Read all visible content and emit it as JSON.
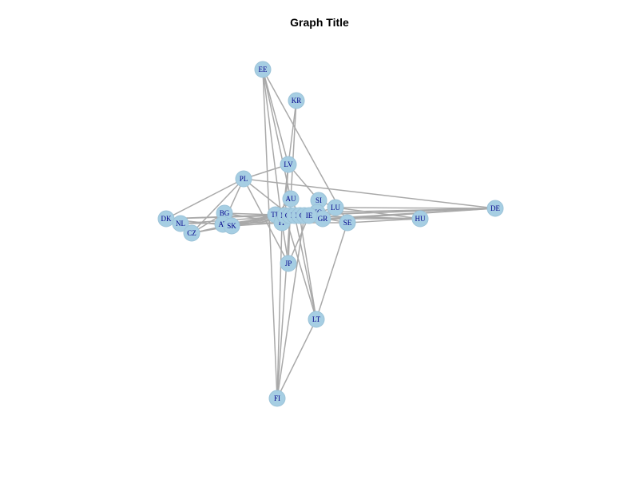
{
  "title": "Graph Title",
  "colors": {
    "node_fill": "#a6cee3",
    "edge": "#a9a9a9",
    "label": "#00008b"
  },
  "nodes": [
    {
      "id": "EE",
      "label": "EE"
    },
    {
      "id": "KR",
      "label": "KR"
    },
    {
      "id": "LV",
      "label": "LV"
    },
    {
      "id": "PL",
      "label": "PL"
    },
    {
      "id": "AU",
      "label": "AU"
    },
    {
      "id": "SI",
      "label": "SI"
    },
    {
      "id": "LU",
      "label": "LU"
    },
    {
      "id": "DE",
      "label": "DE"
    },
    {
      "id": "NO",
      "label": "NO"
    },
    {
      "id": "GR",
      "label": "GR"
    },
    {
      "id": "HU",
      "label": "HU"
    },
    {
      "id": "SE",
      "label": "SE"
    },
    {
      "id": "DK",
      "label": "DK"
    },
    {
      "id": "NL",
      "label": "NL"
    },
    {
      "id": "CZ",
      "label": "CZ"
    },
    {
      "id": "BG",
      "label": "BG"
    },
    {
      "id": "AT",
      "label": "AT"
    },
    {
      "id": "SK",
      "label": "SK"
    },
    {
      "id": "TR",
      "label": "TR"
    },
    {
      "id": "IT",
      "label": "IT"
    },
    {
      "id": "C1",
      "label": "BE"
    },
    {
      "id": "C2",
      "label": "CH"
    },
    {
      "id": "C3",
      "label": "ES"
    },
    {
      "id": "C4",
      "label": "FR"
    },
    {
      "id": "C5",
      "label": "GB"
    },
    {
      "id": "C6",
      "label": "IE"
    },
    {
      "id": "JP",
      "label": "JP"
    },
    {
      "id": "LT",
      "label": "LT"
    },
    {
      "id": "FI",
      "label": "FI"
    }
  ],
  "edges": [
    [
      "EE",
      "LV"
    ],
    [
      "EE",
      "AU"
    ],
    [
      "EE",
      "IT"
    ],
    [
      "EE",
      "FI"
    ],
    [
      "EE",
      "SE"
    ],
    [
      "KR",
      "LV"
    ],
    [
      "KR",
      "AU"
    ],
    [
      "LV",
      "PL"
    ],
    [
      "LV",
      "SI"
    ],
    [
      "LV",
      "C1"
    ],
    [
      "LV",
      "IT"
    ],
    [
      "PL",
      "DE"
    ],
    [
      "PL",
      "CZ"
    ],
    [
      "PL",
      "AT"
    ],
    [
      "PL",
      "C2"
    ],
    [
      "PL",
      "JP"
    ],
    [
      "PL",
      "DK"
    ],
    [
      "AU",
      "TR"
    ],
    [
      "AU",
      "C4"
    ],
    [
      "AU",
      "JP"
    ],
    [
      "SI",
      "C5"
    ],
    [
      "SI",
      "GR"
    ],
    [
      "SI",
      "LU"
    ],
    [
      "LU",
      "NO"
    ],
    [
      "LU",
      "DE"
    ],
    [
      "LU",
      "HU"
    ],
    [
      "DE",
      "C1"
    ],
    [
      "DE",
      "C3"
    ],
    [
      "DE",
      "GR"
    ],
    [
      "DE",
      "IT"
    ],
    [
      "DE",
      "NO"
    ],
    [
      "HU",
      "C2"
    ],
    [
      "HU",
      "TR"
    ],
    [
      "HU",
      "GR"
    ],
    [
      "HU",
      "SE"
    ],
    [
      "SE",
      "C6"
    ],
    [
      "SE",
      "LT"
    ],
    [
      "SE",
      "IT"
    ],
    [
      "DK",
      "TR"
    ],
    [
      "DK",
      "C1"
    ],
    [
      "DK",
      "NL"
    ],
    [
      "DK",
      "SK"
    ],
    [
      "NL",
      "C3"
    ],
    [
      "NL",
      "IT"
    ],
    [
      "NL",
      "CZ"
    ],
    [
      "CZ",
      "C2"
    ],
    [
      "CZ",
      "TR"
    ],
    [
      "CZ",
      "BG"
    ],
    [
      "BG",
      "C4"
    ],
    [
      "BG",
      "AT"
    ],
    [
      "BG",
      "IT"
    ],
    [
      "AT",
      "C5"
    ],
    [
      "AT",
      "SK"
    ],
    [
      "AT",
      "C1"
    ],
    [
      "SK",
      "C6"
    ],
    [
      "SK",
      "IT"
    ],
    [
      "SK",
      "TR"
    ],
    [
      "TR",
      "C1"
    ],
    [
      "TR",
      "IT"
    ],
    [
      "IT",
      "C2"
    ],
    [
      "IT",
      "JP"
    ],
    [
      "IT",
      "FI"
    ],
    [
      "C1",
      "C2"
    ],
    [
      "C2",
      "C3"
    ],
    [
      "C3",
      "C4"
    ],
    [
      "C4",
      "C5"
    ],
    [
      "C5",
      "C6"
    ],
    [
      "C6",
      "NO"
    ],
    [
      "C3",
      "LT"
    ],
    [
      "C4",
      "LT"
    ],
    [
      "C2",
      "FI"
    ],
    [
      "C5",
      "FI"
    ],
    [
      "JP",
      "C6"
    ],
    [
      "LT",
      "FI"
    ],
    [
      "LT",
      "C1"
    ],
    [
      "NO",
      "GR"
    ],
    [
      "GR",
      "C6"
    ]
  ]
}
